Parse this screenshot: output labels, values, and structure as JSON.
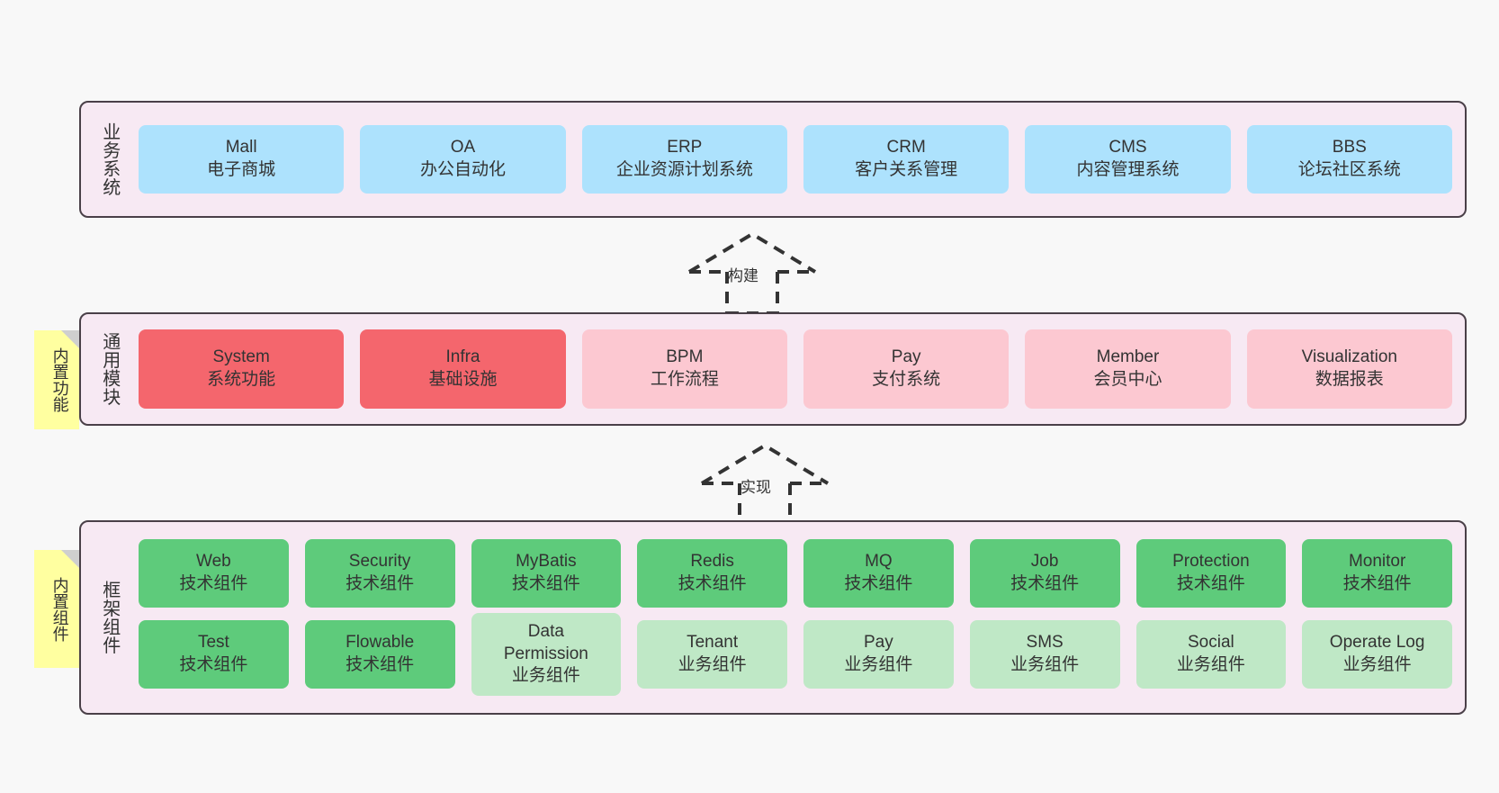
{
  "canvas": {
    "background": "#f8f8f8",
    "container_bg": "#f7e9f3",
    "container_border": "#4a4048"
  },
  "layers": [
    {
      "id": "business-systems",
      "title": "业务系统",
      "note": null,
      "rows": [
        [
          {
            "en": "Mall",
            "cn": "电子商城",
            "color": "#ade2fd",
            "style": "blue"
          },
          {
            "en": "OA",
            "cn": "办公自动化",
            "color": "#ade2fd",
            "style": "blue"
          },
          {
            "en": "ERP",
            "cn": "企业资源计划系统",
            "color": "#ade2fd",
            "style": "blue"
          },
          {
            "en": "CRM",
            "cn": "客户关系管理",
            "color": "#ade2fd",
            "style": "blue"
          },
          {
            "en": "CMS",
            "cn": "内容管理系统",
            "color": "#ade2fd",
            "style": "blue"
          },
          {
            "en": "BBS",
            "cn": "论坛社区系统",
            "color": "#ade2fd",
            "style": "blue"
          }
        ]
      ]
    },
    {
      "id": "common-modules",
      "title": "通用模块",
      "note": "内置功能",
      "rows": [
        [
          {
            "en": "System",
            "cn": "系统功能",
            "color": "#f4666d",
            "style": "red"
          },
          {
            "en": "Infra",
            "cn": "基础设施",
            "color": "#f4666d",
            "style": "red"
          },
          {
            "en": "BPM",
            "cn": "工作流程",
            "color": "#fcc8d1",
            "style": "pink"
          },
          {
            "en": "Pay",
            "cn": "支付系统",
            "color": "#fcc8d1",
            "style": "pink"
          },
          {
            "en": "Member",
            "cn": "会员中心",
            "color": "#fcc8d1",
            "style": "pink"
          },
          {
            "en": "Visualization",
            "cn": "数据报表",
            "color": "#fcc8d1",
            "style": "pink"
          }
        ]
      ]
    },
    {
      "id": "framework-components",
      "title": "框架组件",
      "note": "内置组件",
      "rows": [
        [
          {
            "en": "Web",
            "cn": "技术组件",
            "color": "#5ecb7b",
            "style": "green"
          },
          {
            "en": "Security",
            "cn": "技术组件",
            "color": "#5ecb7b",
            "style": "green"
          },
          {
            "en": "MyBatis",
            "cn": "技术组件",
            "color": "#5ecb7b",
            "style": "green"
          },
          {
            "en": "Redis",
            "cn": "技术组件",
            "color": "#5ecb7b",
            "style": "green"
          },
          {
            "en": "MQ",
            "cn": "技术组件",
            "color": "#5ecb7b",
            "style": "green"
          },
          {
            "en": "Job",
            "cn": "技术组件",
            "color": "#5ecb7b",
            "style": "green"
          },
          {
            "en": "Protection",
            "cn": "技术组件",
            "color": "#5ecb7b",
            "style": "green"
          },
          {
            "en": "Monitor",
            "cn": "技术组件",
            "color": "#5ecb7b",
            "style": "green"
          }
        ],
        [
          {
            "en": "Test",
            "cn": "技术组件",
            "color": "#5ecb7b",
            "style": "green"
          },
          {
            "en": "Flowable",
            "cn": "技术组件",
            "color": "#5ecb7b",
            "style": "green"
          },
          {
            "en": "Data Permission",
            "cn": "业务组件",
            "color": "#bfe8c6",
            "style": "lightgreen"
          },
          {
            "en": "Tenant",
            "cn": "业务组件",
            "color": "#bfe8c6",
            "style": "lightgreen"
          },
          {
            "en": "Pay",
            "cn": "业务组件",
            "color": "#bfe8c6",
            "style": "lightgreen"
          },
          {
            "en": "SMS",
            "cn": "业务组件",
            "color": "#bfe8c6",
            "style": "lightgreen"
          },
          {
            "en": "Social",
            "cn": "业务组件",
            "color": "#bfe8c6",
            "style": "lightgreen"
          },
          {
            "en": "Operate Log",
            "cn": "业务组件",
            "color": "#bfe8c6",
            "style": "lightgreen"
          }
        ]
      ]
    }
  ],
  "arrows": [
    {
      "id": "arrow-build",
      "label": "构建",
      "from": "common-modules",
      "to": "business-systems"
    },
    {
      "id": "arrow-implement",
      "label": "实现",
      "from": "framework-components",
      "to": "common-modules"
    }
  ]
}
